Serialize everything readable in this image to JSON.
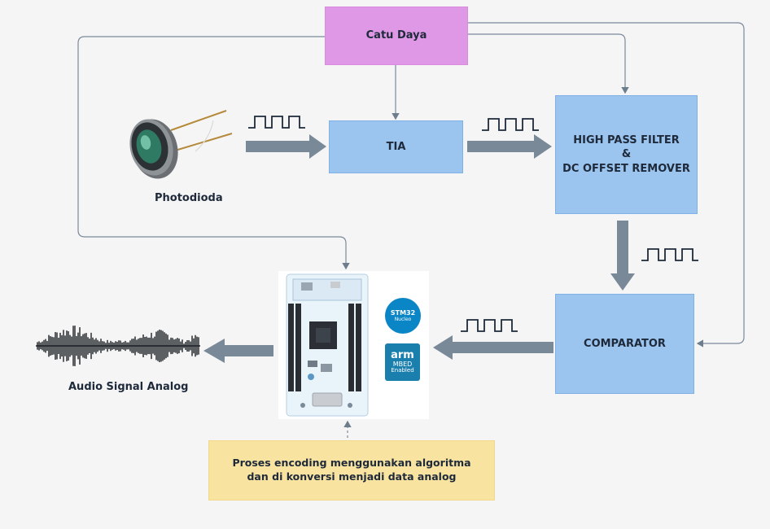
{
  "diagram": {
    "power_supply": "Catu Daya",
    "tia": "TIA",
    "hpf_line1": "HIGH PASS FILTER",
    "hpf_line2": "&",
    "hpf_line3": "DC OFFSET REMOVER",
    "comparator": "COMPARATOR",
    "photodiode_label": "Photodioda",
    "audio_label": "Audio Signal Analog",
    "note_line1": "Proses encoding menggunakan algoritma",
    "note_line2": "dan di konversi menjadi data analog"
  },
  "logos": {
    "stm_title": "STM32",
    "stm_sub": "Nucleo",
    "arm_title": "arm",
    "arm_line2": "MBED",
    "arm_line3": "Enabled"
  },
  "colors": {
    "power_box": "#df98e6",
    "block_box": "#9bc4ef",
    "note_box": "#f8e3a1",
    "arrow": "#7a8997",
    "connector": "#7a8a9a"
  }
}
